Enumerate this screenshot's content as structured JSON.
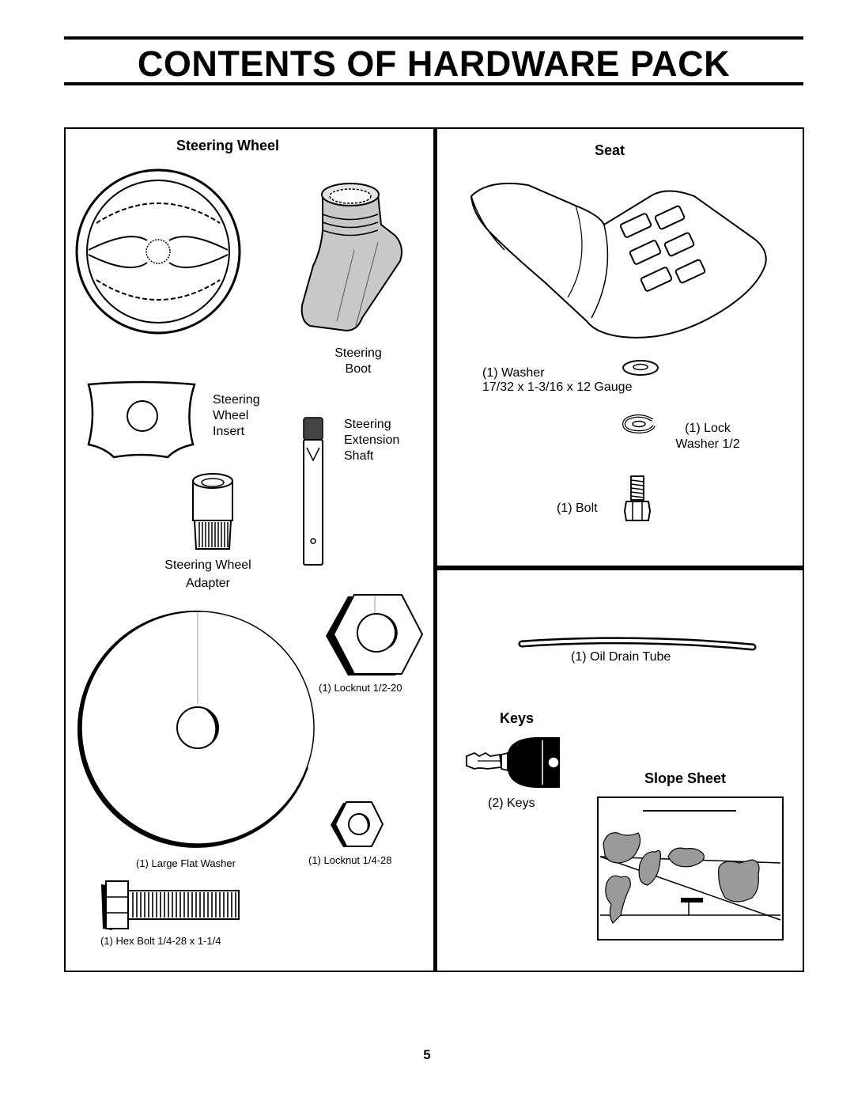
{
  "page": {
    "title": "CONTENTS OF HARDWARE PACK",
    "page_number": "5"
  },
  "steering": {
    "heading": "Steering Wheel",
    "boot": [
      "Steering",
      "Boot"
    ],
    "insert": [
      "Steering",
      "Wheel",
      "Insert"
    ],
    "shaft": [
      "Steering",
      "Extension",
      "Shaft"
    ],
    "adapter": [
      "Steering Wheel",
      "Adapter"
    ],
    "locknut_large": "(1) Locknut  1/2-20",
    "flat_washer": "(1) Large Flat Washer",
    "locknut_small": "(1) Locknut  1/4-28",
    "hex_bolt": "(1) Hex Bolt  1/4-28 x 1-1/4"
  },
  "seat": {
    "heading": "Seat",
    "washer": [
      "(1) Washer",
      "17/32 x 1-3/16 x 12 Gauge"
    ],
    "lock_washer": [
      "(1) Lock",
      "Washer 1/2"
    ],
    "bolt": "(1) Bolt"
  },
  "misc": {
    "oil_tube": "(1) Oil Drain Tube",
    "keys_heading": "Keys",
    "keys": "(2) Keys",
    "slope_heading": "Slope Sheet"
  }
}
